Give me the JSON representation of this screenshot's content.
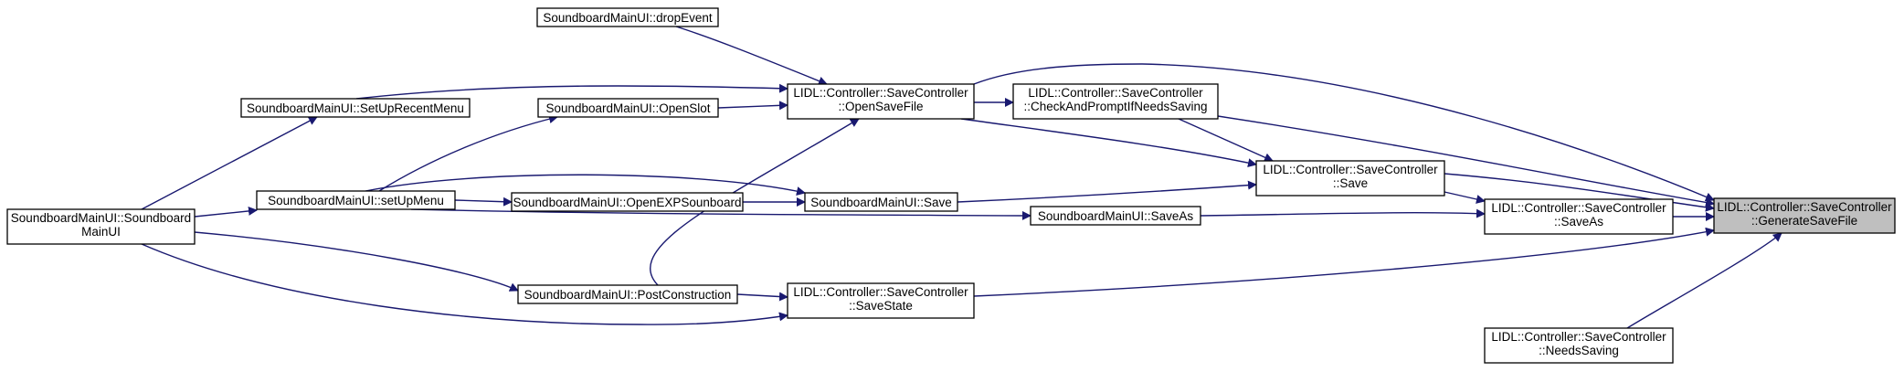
{
  "diagram": {
    "edge_color": "#191970",
    "highlight_fill": "#bfbfbf",
    "nodes": [
      {
        "id": "generate",
        "lines": [
          "LIDL::Controller::SaveController",
          "::GenerateSaveFile"
        ],
        "highlight": true
      },
      {
        "id": "saveas_ctrl",
        "lines": [
          "LIDL::Controller::SaveController",
          "::SaveAs"
        ]
      },
      {
        "id": "needssaving",
        "lines": [
          "LIDL::Controller::SaveController",
          "::NeedsSaving"
        ]
      },
      {
        "id": "save_ctrl",
        "lines": [
          "LIDL::Controller::SaveController",
          "::Save"
        ]
      },
      {
        "id": "check",
        "lines": [
          "LIDL::Controller::SaveController",
          "::CheckAndPromptIfNeedsSaving"
        ]
      },
      {
        "id": "opensave",
        "lines": [
          "LIDL::Controller::SaveController",
          "::OpenSaveFile"
        ]
      },
      {
        "id": "savestate",
        "lines": [
          "LIDL::Controller::SaveController",
          "::SaveState"
        ]
      },
      {
        "id": "ui_saveas",
        "lines": [
          "SoundboardMainUI::SaveAs"
        ]
      },
      {
        "id": "ui_save",
        "lines": [
          "SoundboardMainUI::Save"
        ]
      },
      {
        "id": "dropevent",
        "lines": [
          "SoundboardMainUI::dropEvent"
        ]
      },
      {
        "id": "openslot",
        "lines": [
          "SoundboardMainUI::OpenSlot"
        ]
      },
      {
        "id": "openexp",
        "lines": [
          "SoundboardMainUI::OpenEXPSounboard"
        ]
      },
      {
        "id": "postcon",
        "lines": [
          "SoundboardMainUI::PostConstruction"
        ]
      },
      {
        "id": "recentmenu",
        "lines": [
          "SoundboardMainUI::SetUpRecentMenu"
        ]
      },
      {
        "id": "setupmenu",
        "lines": [
          "SoundboardMainUI::setUpMenu"
        ]
      },
      {
        "id": "ctor",
        "lines": [
          "SoundboardMainUI::Soundboard",
          "MainUI"
        ]
      }
    ],
    "edges": [
      {
        "from": "saveas_ctrl",
        "to": "generate"
      },
      {
        "from": "needssaving",
        "to": "generate"
      },
      {
        "from": "save_ctrl",
        "to": "generate"
      },
      {
        "from": "check",
        "to": "generate"
      },
      {
        "from": "opensave",
        "to": "generate"
      },
      {
        "from": "savestate",
        "to": "generate"
      },
      {
        "from": "save_ctrl",
        "to": "saveas_ctrl"
      },
      {
        "from": "ui_saveas",
        "to": "saveas_ctrl"
      },
      {
        "from": "check",
        "to": "save_ctrl"
      },
      {
        "from": "opensave",
        "to": "save_ctrl"
      },
      {
        "from": "ui_save",
        "to": "save_ctrl"
      },
      {
        "from": "opensave",
        "to": "check"
      },
      {
        "from": "dropevent",
        "to": "opensave"
      },
      {
        "from": "recentmenu",
        "to": "opensave"
      },
      {
        "from": "openslot",
        "to": "opensave"
      },
      {
        "from": "postcon",
        "to": "opensave"
      },
      {
        "from": "postcon",
        "to": "savestate"
      },
      {
        "from": "ctor",
        "to": "savestate"
      },
      {
        "from": "setupmenu",
        "to": "ui_saveas"
      },
      {
        "from": "openexp",
        "to": "ui_save"
      },
      {
        "from": "setupmenu",
        "to": "ui_save"
      },
      {
        "from": "setupmenu",
        "to": "openslot"
      },
      {
        "from": "setupmenu",
        "to": "openexp"
      },
      {
        "from": "ctor",
        "to": "recentmenu"
      },
      {
        "from": "ctor",
        "to": "setupmenu"
      },
      {
        "from": "ctor",
        "to": "postcon"
      }
    ]
  }
}
